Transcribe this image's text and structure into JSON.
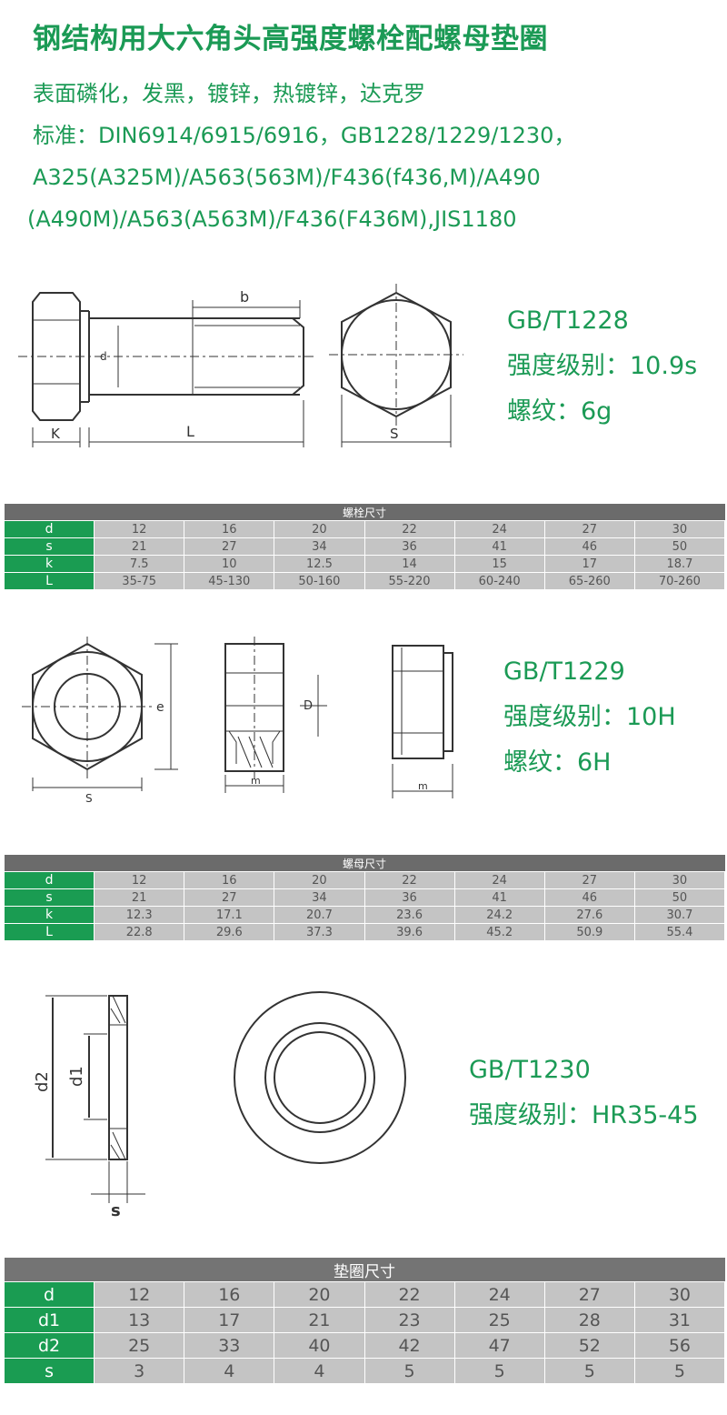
{
  "header": {
    "title": "钢结构用大六角头高强度螺栓配螺母垫圈",
    "surface": "表面磷化，发黑，镀锌，热镀锌，达克罗",
    "standard_1": "标准：DIN6914/6915/6916，GB1228/1229/1230，",
    "standard_2": "A325(A325M)/A563(563M)/F436(f436,M)/A490",
    "standard_3": "(A490M)/A563(A563M)/F436(F436M),JIS1180"
  },
  "bolt": {
    "drawing_labels": {
      "b": "b",
      "d": "d",
      "k": "K",
      "l": "L",
      "s": "S"
    },
    "spec_code": "GB/T1228",
    "spec_grade": "强度级别：10.9s",
    "spec_thread": "螺纹：6g",
    "table": {
      "caption": "螺栓尺寸",
      "rows": [
        {
          "key": "d",
          "values": [
            "12",
            "16",
            "20",
            "22",
            "24",
            "27",
            "30"
          ]
        },
        {
          "key": "s",
          "values": [
            "21",
            "27",
            "34",
            "36",
            "41",
            "46",
            "50"
          ]
        },
        {
          "key": "k",
          "values": [
            "7.5",
            "10",
            "12.5",
            "14",
            "15",
            "17",
            "18.7"
          ]
        },
        {
          "key": "L",
          "values": [
            "35-75",
            "45-130",
            "50-160",
            "55-220",
            "60-240",
            "65-260",
            "70-260"
          ]
        }
      ]
    }
  },
  "nut": {
    "drawing_labels": {
      "s": "S",
      "e": "e",
      "d": "D",
      "m1": "m",
      "m2": "m"
    },
    "spec_code": "GB/T1229",
    "spec_grade": "强度级别：10H",
    "spec_thread": "螺纹：6H",
    "table": {
      "caption": "螺母尺寸",
      "rows": [
        {
          "key": "d",
          "values": [
            "12",
            "16",
            "20",
            "22",
            "24",
            "27",
            "30"
          ]
        },
        {
          "key": "s",
          "values": [
            "21",
            "27",
            "34",
            "36",
            "41",
            "46",
            "50"
          ]
        },
        {
          "key": "k",
          "values": [
            "12.3",
            "17.1",
            "20.7",
            "23.6",
            "24.2",
            "27.6",
            "30.7"
          ]
        },
        {
          "key": "L",
          "values": [
            "22.8",
            "29.6",
            "37.3",
            "39.6",
            "45.2",
            "50.9",
            "55.4"
          ]
        }
      ]
    }
  },
  "washer": {
    "drawing_labels": {
      "d2": "d2",
      "d1": "d1",
      "s": "s"
    },
    "spec_code": "GB/T1230",
    "spec_grade": "强度级别：HR35-45",
    "table": {
      "caption": "垫圈尺寸",
      "rows": [
        {
          "key": "d",
          "values": [
            "12",
            "16",
            "20",
            "22",
            "24",
            "27",
            "30"
          ]
        },
        {
          "key": "d1",
          "values": [
            "13",
            "17",
            "21",
            "23",
            "25",
            "28",
            "31"
          ]
        },
        {
          "key": "d2",
          "values": [
            "25",
            "33",
            "40",
            "42",
            "47",
            "52",
            "56"
          ]
        },
        {
          "key": "s",
          "values": [
            "3",
            "4",
            "4",
            "5",
            "5",
            "5",
            "5"
          ]
        }
      ]
    }
  },
  "colors": {
    "brand_green": "#1b9a55",
    "key_cell": "#1a9c52",
    "value_cell": "#c4c4c4",
    "caption_bar": "#6b6b6b"
  }
}
